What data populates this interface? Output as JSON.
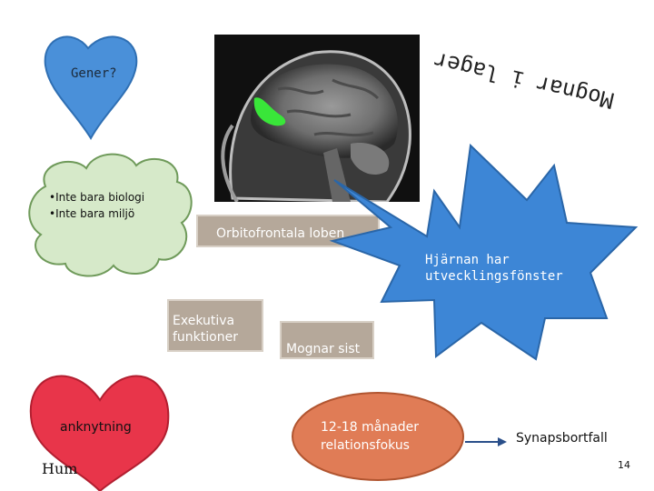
{
  "heart_top": {
    "label": "Gener?",
    "color": "#4a90d9"
  },
  "cloud": {
    "bullets": [
      "Inte bara biologi",
      "Inte bara miljö"
    ],
    "color": "#d6e9c9"
  },
  "brain": {
    "highlight_color": "#39e639"
  },
  "rotated_text": "Mognar i lager",
  "box_orbito": {
    "label": "Orbitofrontala loben"
  },
  "star": {
    "line1": "Hjärnan har",
    "line2": "utvecklingsfönster",
    "color": "#3d86d6"
  },
  "box_exekutiva": {
    "line1": "Exekutiva",
    "line2": "funktioner"
  },
  "box_mognar": {
    "label": "Mognar sist"
  },
  "heart_bottom": {
    "label": "anknytning",
    "color": "#e8354a"
  },
  "ellipse": {
    "line1": "12-18 månader",
    "line2": "relationsfokus",
    "color": "#e07c56"
  },
  "synaps": {
    "label": "Synapsbortfall"
  },
  "footer_text": "Hum",
  "page_number": "14"
}
